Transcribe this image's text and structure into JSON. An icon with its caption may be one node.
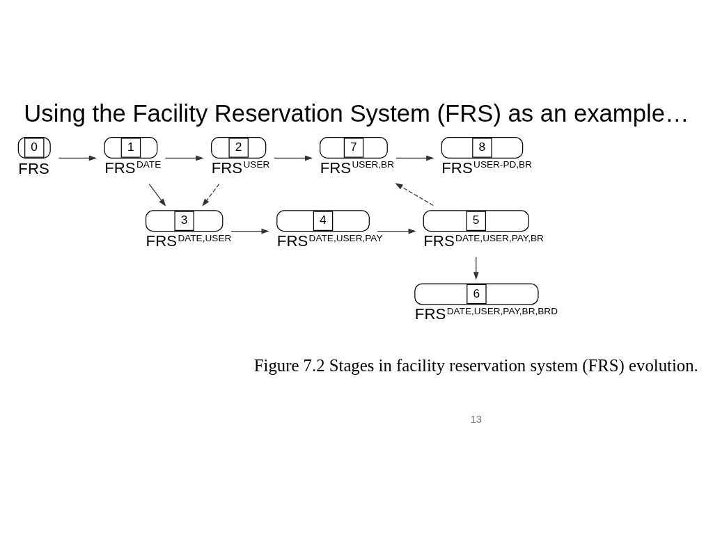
{
  "diagram": {
    "title": "Using the Facility Reservation System (FRS) as an example…",
    "caption": "Figure 7.2 Stages in facility reservation system (FRS) evolution.",
    "nodes": [
      {
        "text": [
          "0",
          "FRS"
        ]
      },
      {
        "text": [
          "1",
          "FRS$^{DATE}$"
        ]
      },
      {
        "text": [
          "2",
          "FRS$^{USER}$"
        ]
      },
      {
        "text": [
          "7",
          "FRS$^{USER,BR}$"
        ]
      },
      {
        "text": [
          "8",
          "FRS$^{USER-PD,BR}$"
        ]
      },
      {
        "text": [
          "3",
          "FRS$^{DATE,USER}$"
        ]
      },
      {
        "text": [
          "4",
          "FRS$^{DATE,USER,PAY}$"
        ]
      },
      {
        "text": [
          "5",
          "FRS$^{DATE,USER,PAY,BR}$"
        ]
      },
      {
        "text": [
          "6",
          "FRS$^{DATE,USER,PAY,BR,BRD}$"
        ]
      }
    ],
    "edges": [
      {
        "from": 0,
        "to": 1,
        "arrow": "to"
      },
      {
        "from": 1,
        "to": 2,
        "arrow": "to"
      },
      {
        "from": 2,
        "to": 3,
        "arrow": "to"
      },
      {
        "from": 3,
        "to": 4,
        "arrow": "to"
      },
      {
        "from": 1,
        "to": 5,
        "arrow": "to"
      },
      {
        "from": 2,
        "to": 5,
        "arrow": "to",
        "style": "dashed"
      },
      {
        "from": 5,
        "to": 6,
        "arrow": "to"
      },
      {
        "from": 6,
        "to": 7,
        "arrow": "to"
      },
      {
        "from": 7,
        "to": 3,
        "arrow": "to",
        "style": "dashed"
      },
      {
        "from": 7,
        "to": 8,
        "arrow": "to"
      }
    ],
    "labels": [
      "13"
    ]
  }
}
